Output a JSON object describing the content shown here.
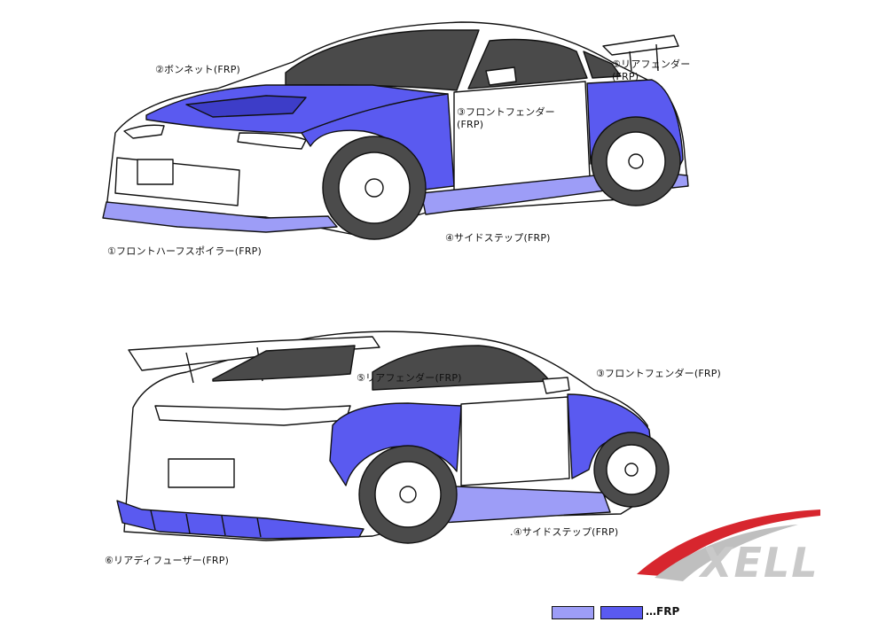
{
  "labels": {
    "top_bonnet": "②ボンネット(FRP)",
    "top_front_fender": "③フロントフェンダー\n(FRP)",
    "top_rear_fender": "⑤リアフェンダー\n(FRP)",
    "top_front_half_spoiler": "①フロントハーフスポイラー(FRP)",
    "top_side_step": "④サイドステップ(FRP)",
    "bottom_rear_fender": "⑤リアフェンダー(FRP)",
    "bottom_front_fender": "③フロントフェンダー(FRP)",
    "bottom_side_step": ".④サイドステップ(FRP)",
    "bottom_rear_diffuser": "⑥リアディフューザー(FRP)"
  },
  "legend": {
    "text": "…FRP",
    "swatch_light": "#9d9df7",
    "swatch_dark": "#5a5af0"
  },
  "logo": {
    "text": "XELL",
    "accent": "#d7262e"
  },
  "colors": {
    "frp_light": "#9d9df7",
    "frp_dark": "#5a5af0",
    "glass": "#4a4a4a",
    "tire": "#4b4b4b",
    "line": "#111111"
  }
}
